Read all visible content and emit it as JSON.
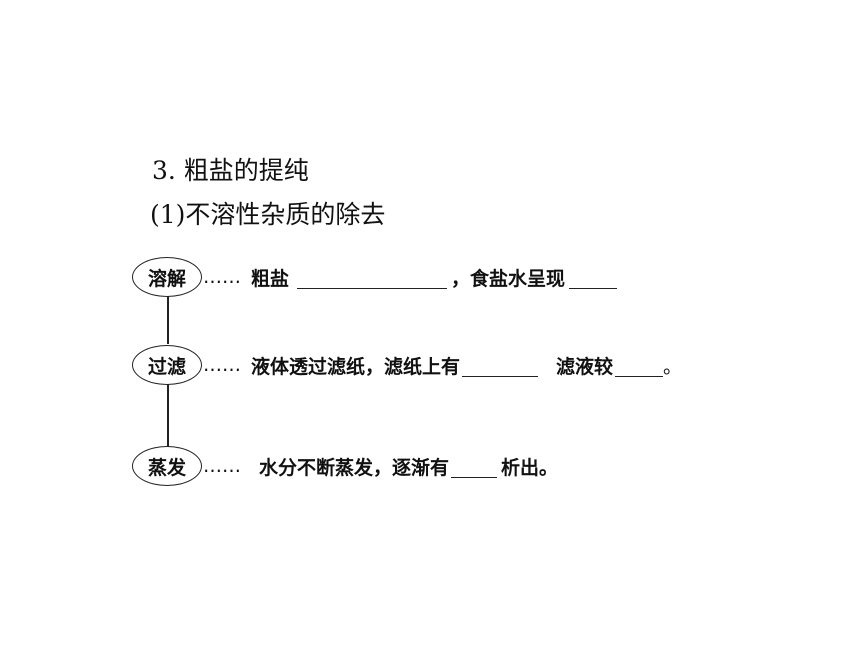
{
  "title": "3. 粗盐的提纯",
  "subtitle": "(1)不溶性杂质的除去",
  "steps": [
    {
      "name": "溶解",
      "dots": "……",
      "text_a": "粗盐",
      "text_b": "，食盐水呈现"
    },
    {
      "name": "过滤",
      "dots": "……",
      "text_a": "液体透过滤纸，滤纸上有",
      "text_b": "滤液较",
      "end": "。"
    },
    {
      "name": "蒸发",
      "dots": "……",
      "text_a": "水分不断蒸发，逐渐有",
      "text_b": "析出。"
    }
  ]
}
